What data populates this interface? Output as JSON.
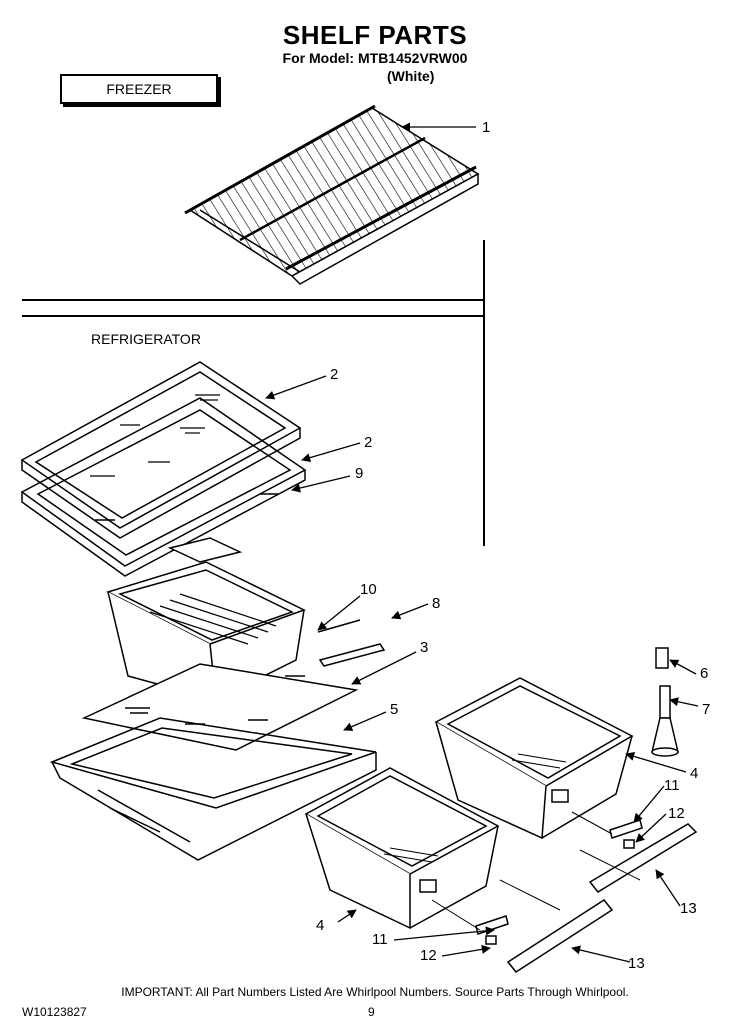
{
  "header": {
    "title": "SHELF PARTS",
    "model_line": "For Model: MTB1452VRW00",
    "color_line": "(White)"
  },
  "sections": {
    "freezer": "FREEZER",
    "refrigerator": "REFRIGERATOR"
  },
  "callouts": {
    "c1": "1",
    "c2a": "2",
    "c2b": "2",
    "c9": "9",
    "c10": "10",
    "c8": "8",
    "c3": "3",
    "c5": "5",
    "c6": "6",
    "c7": "7",
    "c4a": "4",
    "c4b": "4",
    "c11a": "11",
    "c12a": "12",
    "c13a": "13",
    "c11b": "11",
    "c12b": "12",
    "c13b": "13"
  },
  "footer": {
    "note": "IMPORTANT: All Part Numbers Listed Are Whirlpool Numbers. Source Parts Through Whirlpool.",
    "doc_id": "W10123827",
    "page": "9"
  }
}
